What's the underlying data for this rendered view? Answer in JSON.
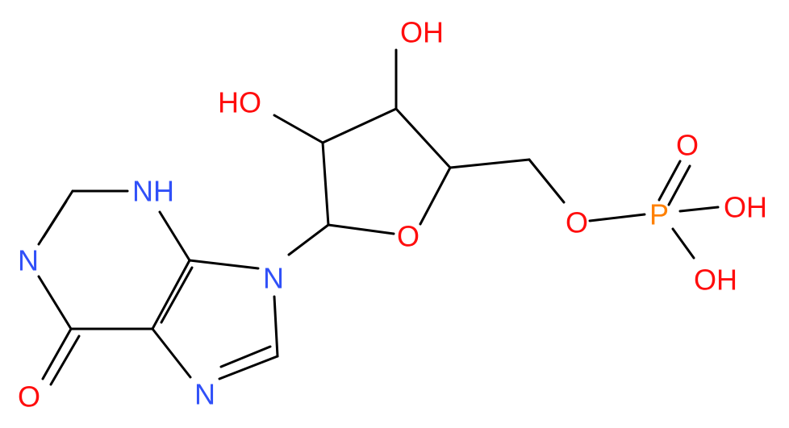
{
  "colors": {
    "bond": "#000000",
    "oxygen": "#ff0d0d",
    "nitrogen": "#3050f8",
    "phosphorus": "#ff8000"
  },
  "labels": {
    "oh_top": "OH",
    "oh_left": "HO",
    "nh": "NH",
    "n_left": "N",
    "n9": "N",
    "n7": "N",
    "o_carbonyl": "O",
    "o_ring": "O",
    "o_ester": "O",
    "p": "P",
    "o_double": "O",
    "oh_p1": "OH",
    "oh_p2": "OH"
  }
}
